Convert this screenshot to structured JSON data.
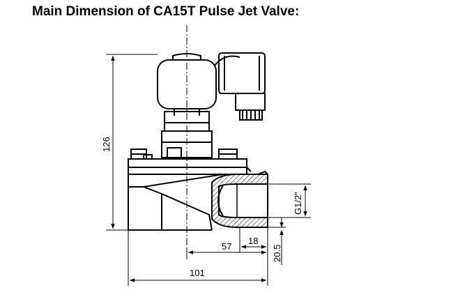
{
  "title": "Main Dimension of CA15T Pulse Jet Valve:",
  "dimensions": {
    "height": "126",
    "width_total": "101",
    "outlet_offset": "57",
    "thread_length": "18",
    "outlet_height": "20.5",
    "thread_size": "G1/2\""
  }
}
